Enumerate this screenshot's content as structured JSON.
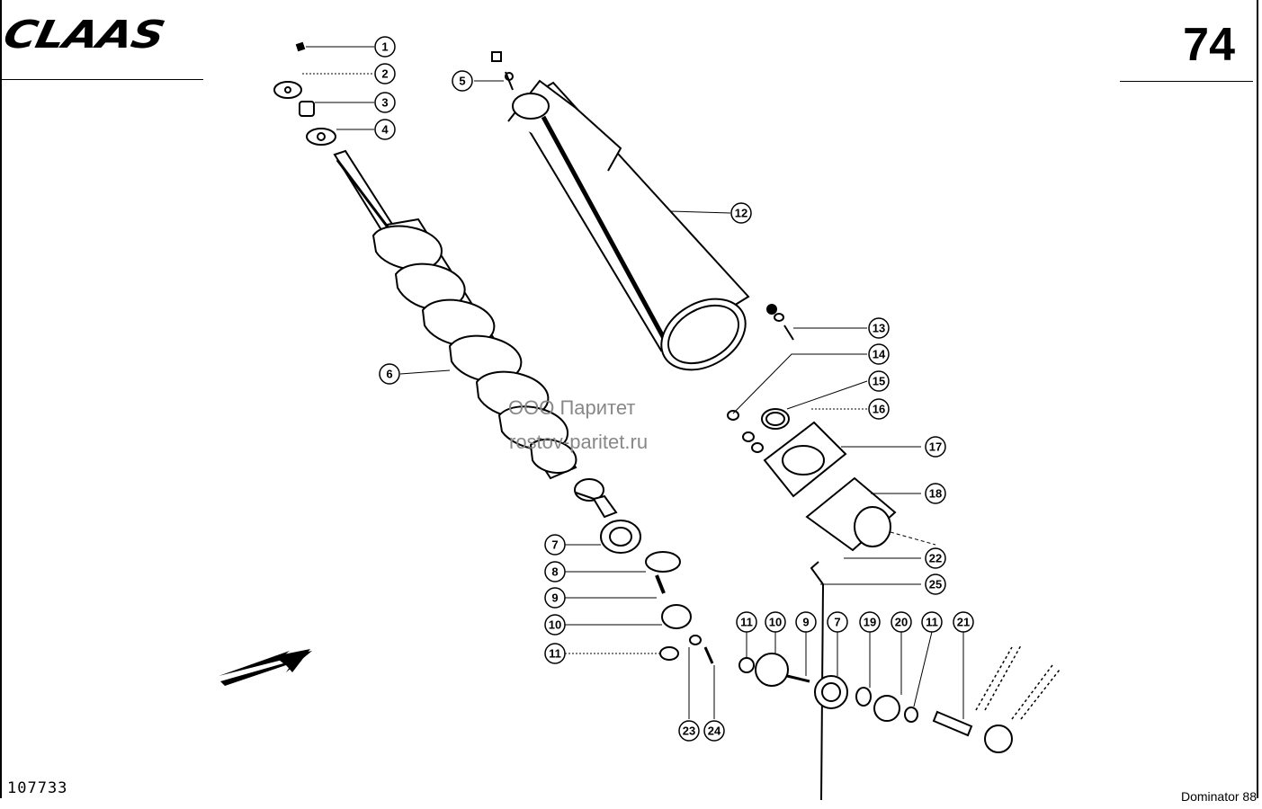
{
  "header": {
    "brand": "CLAAS",
    "page_number": "74"
  },
  "footer": {
    "drawing_number": "107733",
    "model": "Dominator 88"
  },
  "watermark": {
    "company": "ООО Паритет",
    "site": "rostov-paritet.ru"
  },
  "callouts": [
    "1",
    "2",
    "3",
    "4",
    "5",
    "6",
    "7",
    "8",
    "9",
    "10",
    "11",
    "12",
    "13",
    "14",
    "15",
    "16",
    "17",
    "18",
    "22",
    "25",
    "11",
    "10",
    "9",
    "7",
    "19",
    "20",
    "11",
    "21",
    "23",
    "24"
  ]
}
